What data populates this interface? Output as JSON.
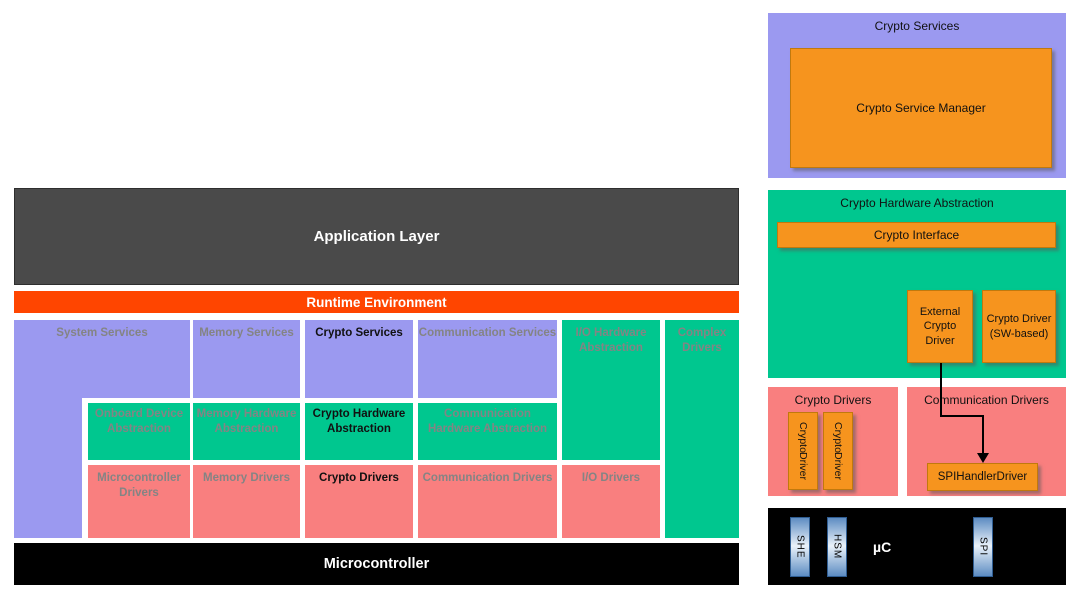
{
  "left_diagram": {
    "application_layer": "Application Layer",
    "runtime_environment": "Runtime Environment",
    "microcontroller_bar": "Microcontroller",
    "services_row": {
      "system": "System Services",
      "memory": "Memory Services",
      "crypto": "Crypto Services",
      "communication": "Communication Services",
      "io_hardware": "I/O Hardware Abstraction",
      "complex": "Complex Drivers"
    },
    "hardware_abstraction_row": {
      "onboard": "Onboard Device Abstraction",
      "memory": "Memory Hardware Abstraction",
      "crypto": "Crypto Hardware Abstraction",
      "communication": "Communication Hardware Abstraction"
    },
    "drivers_row": {
      "microcontroller": "Microcontroller Drivers",
      "memory": "Memory Drivers",
      "crypto": "Crypto Drivers",
      "communication": "Communication Drivers",
      "io": "I/O Drivers"
    }
  },
  "right_diagram": {
    "crypto_services": {
      "title": "Crypto Services",
      "manager": "Crypto Service Manager"
    },
    "crypto_hardware_abstraction": {
      "title": "Crypto Hardware Abstraction",
      "interface": "Crypto Interface",
      "external_driver": "External Crypto Driver",
      "sw_driver": "Crypto Driver (SW-based)"
    },
    "crypto_drivers_section": {
      "title": "Crypto Drivers",
      "driver_lines": [
        "Crypto",
        "Driver"
      ]
    },
    "communication_drivers_section": {
      "title": "Communication Drivers",
      "spi_handler": "SPIHandlerDriver"
    },
    "microcontroller_section": {
      "title": "µC",
      "modules": [
        "SHE",
        "HSM",
        "SPI"
      ]
    }
  },
  "colors": {
    "purple": "#9B99F0",
    "green": "#00C78F",
    "pink": "#F97F7F",
    "orange": "#F6941E",
    "runtime_orange": "#FF4500",
    "application_gray": "#4A4A4A",
    "black": "#000000",
    "muted_label_gray": "#848484",
    "module_blue": "#5D8CC2"
  }
}
